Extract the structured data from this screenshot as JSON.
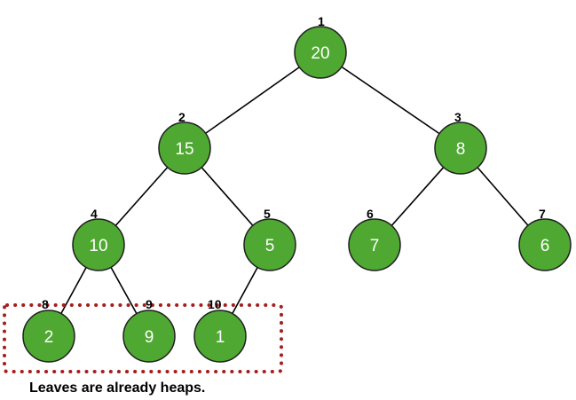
{
  "nodes": [
    {
      "index": "1",
      "value": "20"
    },
    {
      "index": "2",
      "value": "15"
    },
    {
      "index": "3",
      "value": "8"
    },
    {
      "index": "4",
      "value": "10"
    },
    {
      "index": "5",
      "value": "5"
    },
    {
      "index": "6",
      "value": "7"
    },
    {
      "index": "7",
      "value": "6"
    },
    {
      "index": "8",
      "value": "2"
    },
    {
      "index": "9",
      "value": "9"
    },
    {
      "index": "10",
      "value": "1"
    }
  ],
  "edges": [
    [
      "1",
      "2"
    ],
    [
      "1",
      "3"
    ],
    [
      "2",
      "4"
    ],
    [
      "2",
      "5"
    ],
    [
      "3",
      "6"
    ],
    [
      "3",
      "7"
    ],
    [
      "4",
      "8"
    ],
    [
      "4",
      "9"
    ],
    [
      "5",
      "10"
    ]
  ],
  "leaves_caption": "Leaves are already heaps.",
  "colors": {
    "node_fill": "#4fa832",
    "node_stroke": "#1f1f1f",
    "leaf_box": "#a51e1e"
  }
}
